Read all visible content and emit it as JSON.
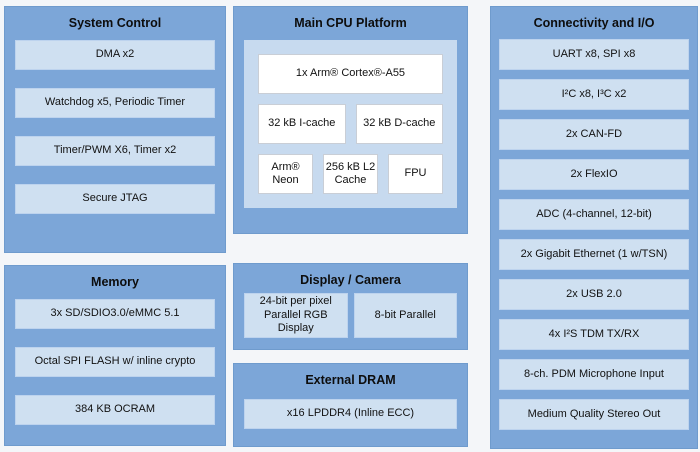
{
  "colors": {
    "panel_blue": "#7ca6d8",
    "item_light_blue": "#cfe0f1",
    "cpu_inner_blue": "#c7daef",
    "white_box": "#ffffff",
    "text": "#111111"
  },
  "panels": {
    "system_control": {
      "title": "System Control",
      "items": [
        "DMA x2",
        "Watchdog x5, Periodic Timer",
        "Timer/PWM X6, Timer x2",
        "Secure JTAG"
      ]
    },
    "memory": {
      "title": "Memory",
      "items": [
        "3x SD/SDIO3.0/eMMC 5.1",
        "Octal SPI FLASH w/ inline crypto",
        "384 KB OCRAM"
      ]
    },
    "main_cpu": {
      "title": "Main CPU Platform",
      "core": "1x Arm® Cortex®-A55",
      "caches": [
        "32 kB I-cache",
        "32 kB D-cache"
      ],
      "units": [
        "Arm® Neon",
        "256 kB L2 Cache",
        "FPU"
      ]
    },
    "display_camera": {
      "title": "Display / Camera",
      "items": [
        "24-bit per pixel Parallel RGB Display",
        "8-bit Parallel"
      ]
    },
    "external_dram": {
      "title": "External DRAM",
      "items": [
        "x16 LPDDR4 (Inline ECC)"
      ]
    },
    "connectivity": {
      "title": "Connectivity and I/O",
      "items": [
        "UART x8, SPI x8",
        "I²C x8, I³C x2",
        "2x CAN-FD",
        "2x FlexIO",
        "ADC (4-channel, 12-bit)",
        "2x Gigabit Ethernet (1 w/TSN)",
        "2x USB 2.0",
        "4x I²S TDM TX/RX",
        "8-ch. PDM Microphone Input",
        "Medium Quality Stereo Out"
      ]
    }
  }
}
